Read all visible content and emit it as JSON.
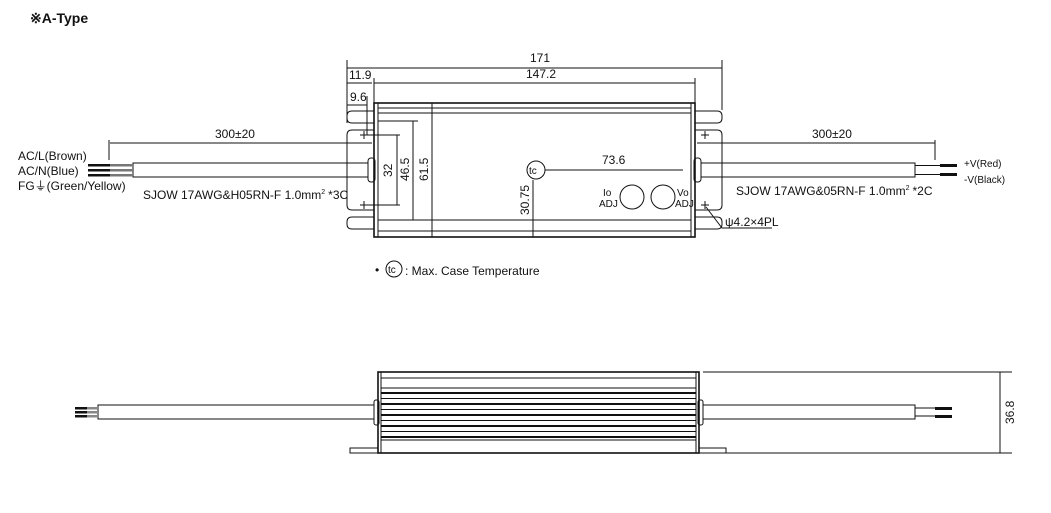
{
  "title": "※A-Type",
  "top_view": {
    "dim_total_length": "171",
    "dim_body_length": "147.2",
    "dim_flange_11_9": "11.9",
    "dim_flange_9_6": "9.6",
    "dim_cable_left": "300±20",
    "dim_cable_right": "300±20",
    "dim_hole_spacing": "32",
    "dim_inner_width": "46.5",
    "dim_body_width": "61.5",
    "dim_tc_x": "73.6",
    "dim_tc_y": "30.75",
    "tc_symbol": "tc",
    "io_adj_label": [
      "Io",
      "ADJ"
    ],
    "vo_adj_label": [
      "Vo",
      "ADJ"
    ],
    "mount_hole": "ψ4.2×4PL",
    "input_wires": [
      "AC/L(Brown)",
      "AC/N(Blue)",
      "FG⏚(Green/Yellow)"
    ],
    "output_wires": [
      "+V(Red)",
      "-V(Black)"
    ],
    "input_cable_spec": "SJOW 17AWG&H05RN-F 1.0mm",
    "input_cable_spec_sup": "2",
    "input_cable_spec_tail": "*3C",
    "output_cable_spec": "SJOW 17AWG&05RN-F 1.0mm",
    "output_cable_spec_sup": "2",
    "output_cable_spec_tail": "*2C"
  },
  "legend": {
    "bullet": "•",
    "symbol": "tc",
    "text": ": Max. Case Temperature"
  },
  "side_view": {
    "dim_height": "36.8"
  }
}
